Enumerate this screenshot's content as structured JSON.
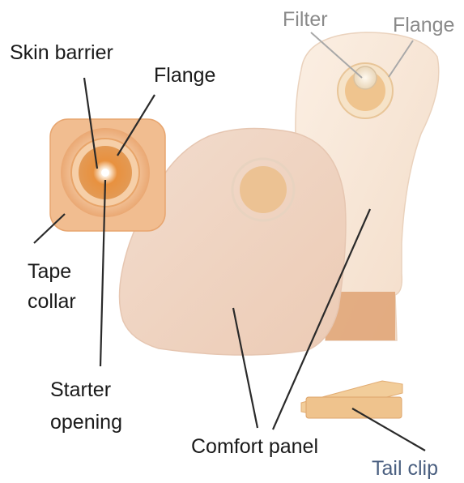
{
  "labels": {
    "skin_barrier": "Skin barrier",
    "flange_left": "Flange",
    "tape_line1": "Tape",
    "tape_line2": "collar",
    "starter_line1": "Starter",
    "starter_line2": "opening",
    "comfort_panel": "Comfort panel",
    "filter": "Filter",
    "flange_right": "Flange",
    "tail_clip": "Tail clip"
  },
  "colors": {
    "barrier_square": "#f0b98a",
    "barrier_ring": "#e7a061",
    "barrier_center": "#e58d3e",
    "pouch_closed": "#f1d6c4",
    "pouch_drainable": "#f8e7d7",
    "window": "#eec38a",
    "clip": "#f1c992",
    "leader": "#2a2a2a"
  }
}
